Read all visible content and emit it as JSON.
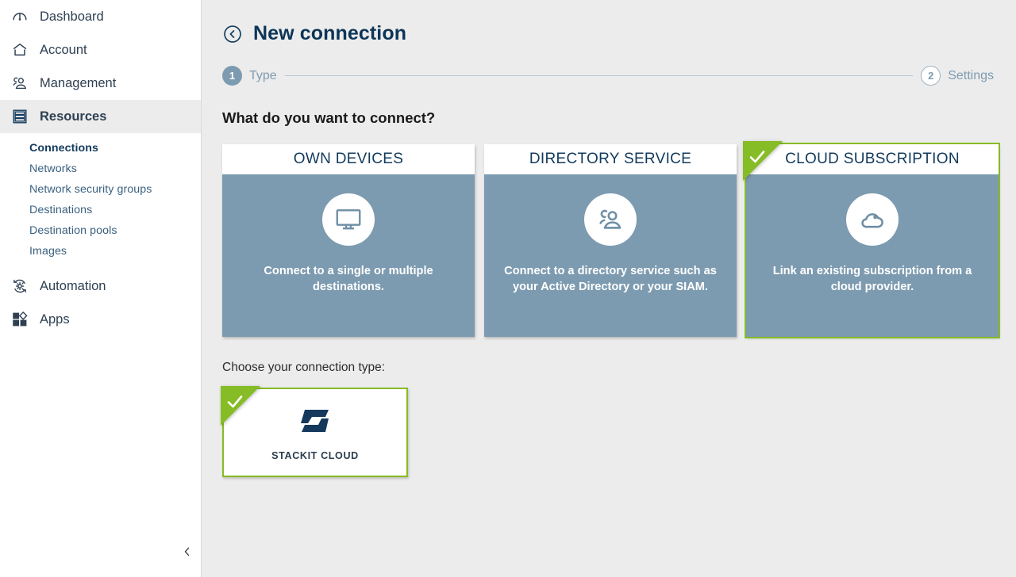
{
  "sidebar": {
    "items": [
      {
        "label": "Dashboard",
        "icon": "gauge-icon",
        "active": false
      },
      {
        "label": "Account",
        "icon": "home-icon",
        "active": false
      },
      {
        "label": "Management",
        "icon": "users-icon",
        "active": false
      },
      {
        "label": "Resources",
        "icon": "server-rack-icon",
        "active": true
      },
      {
        "label": "Automation",
        "icon": "gear-refresh-icon",
        "active": false
      },
      {
        "label": "Apps",
        "icon": "apps-grid-icon",
        "active": false
      }
    ],
    "sub_items": [
      {
        "label": "Connections",
        "active": true
      },
      {
        "label": "Networks",
        "active": false
      },
      {
        "label": "Network security groups",
        "active": false
      },
      {
        "label": "Destinations",
        "active": false
      },
      {
        "label": "Destination pools",
        "active": false
      },
      {
        "label": "Images",
        "active": false
      }
    ],
    "collapse_icon": "chevron-left-icon"
  },
  "header": {
    "back_icon": "circle-chevron-left-icon",
    "title": "New connection"
  },
  "stepper": {
    "steps": [
      {
        "number": "1",
        "label": "Type",
        "state": "current"
      },
      {
        "number": "2",
        "label": "Settings",
        "state": "upcoming"
      }
    ]
  },
  "main": {
    "question": "What do you want to connect?",
    "cards": [
      {
        "title": "OWN DEVICES",
        "description": "Connect to a single or multiple destinations.",
        "icon": "monitor-icon",
        "selected": false
      },
      {
        "title": "DIRECTORY SERVICE",
        "description": "Connect to a directory service such as your Active Directory or your SIAM.",
        "icon": "directory-users-icon",
        "selected": false
      },
      {
        "title": "CLOUD SUBSCRIPTION",
        "description": "Link an existing subscription from a cloud provider.",
        "icon": "cloud-icon",
        "selected": true
      }
    ],
    "choose_label": "Choose your connection type:",
    "type_tiles": [
      {
        "name": "STACKIT CLOUD",
        "logo": "stackit-logo",
        "selected": true
      }
    ]
  },
  "colors": {
    "page_background": "#ececec",
    "sidebar_background": "#ffffff",
    "accent_green": "#86bc25",
    "card_body_blue": "#7d9bb0",
    "title_navy": "#0d3557",
    "link_blue": "#3a607f"
  }
}
